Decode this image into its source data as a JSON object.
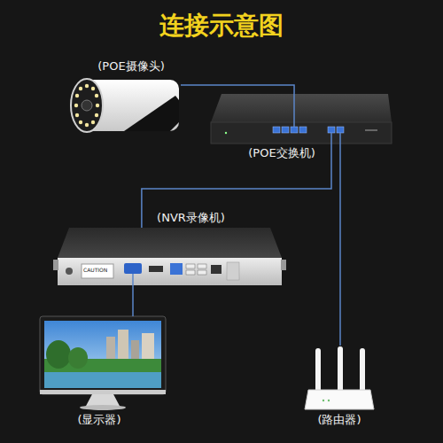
{
  "diagram": {
    "title": "连接示意图",
    "nodes": [
      {
        "text": [
          "(POE摄像头)"
        ]
      },
      {
        "text": [
          "(POE交换机)"
        ]
      },
      {
        "text": [
          "(NVR录像机)"
        ]
      },
      {
        "text": [
          "(显示器)"
        ]
      },
      {
        "text": [
          "(路由器)"
        ]
      }
    ],
    "edges": [
      {
        "from": 0,
        "to": 1,
        "arrow": "none"
      },
      {
        "from": 1,
        "to": 2,
        "arrow": "none"
      },
      {
        "from": 1,
        "to": 4,
        "arrow": "none"
      },
      {
        "from": 2,
        "to": 3,
        "arrow": "none"
      }
    ],
    "labels": [
      "CAUTION"
    ]
  }
}
